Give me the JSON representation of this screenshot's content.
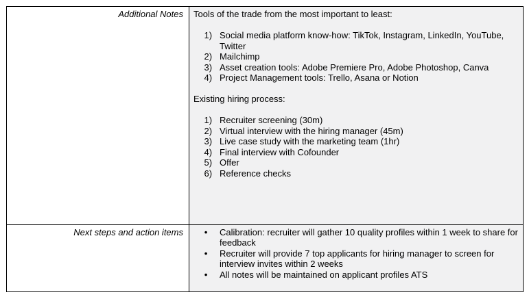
{
  "colors": {
    "page_bg": "#ffffff",
    "label_cell_bg": "#ffffff",
    "content_cell_bg": "#f1f1f2",
    "border": "#000000",
    "text": "#000000"
  },
  "table": {
    "rows": [
      {
        "label": "Additional Notes",
        "sections": [
          {
            "heading": "Tools of the trade from the most important to least:",
            "list_style": "numbered",
            "items": [
              {
                "marker": "1)",
                "text": "Social media platform know-how: TikTok, Instagram, LinkedIn, YouTube, Twitter"
              },
              {
                "marker": "2)",
                "text": "Mailchimp"
              },
              {
                "marker": "3)",
                "text": "Asset creation tools: Adobe Premiere Pro, Adobe Photoshop, Canva"
              },
              {
                "marker": "4)",
                "text": "Project Management tools: Trello, Asana or Notion"
              }
            ]
          },
          {
            "heading": "Existing hiring process:",
            "list_style": "numbered",
            "items": [
              {
                "marker": "1)",
                "text": "Recruiter screening (30m)"
              },
              {
                "marker": "2)",
                "text": "Virtual interview with the hiring manager (45m)"
              },
              {
                "marker": "3)",
                "text": "Live case study with the marketing team (1hr)"
              },
              {
                "marker": "4)",
                "text": "Final interview with Cofounder"
              },
              {
                "marker": "5)",
                "text": "Offer"
              },
              {
                "marker": "6)",
                "text": "Reference checks"
              }
            ]
          }
        ]
      },
      {
        "label": "Next steps and action items",
        "sections": [
          {
            "list_style": "bulleted",
            "items": [
              {
                "marker": "●",
                "text": "Calibration: recruiter will gather 10 quality profiles within 1 week to share for feedback"
              },
              {
                "marker": "●",
                "text": "Recruiter will provide 7 top applicants for hiring manager to screen for interview invites within 2 weeks"
              },
              {
                "marker": "●",
                "text": "All notes will be maintained on applicant profiles ATS"
              }
            ]
          }
        ]
      }
    ]
  }
}
